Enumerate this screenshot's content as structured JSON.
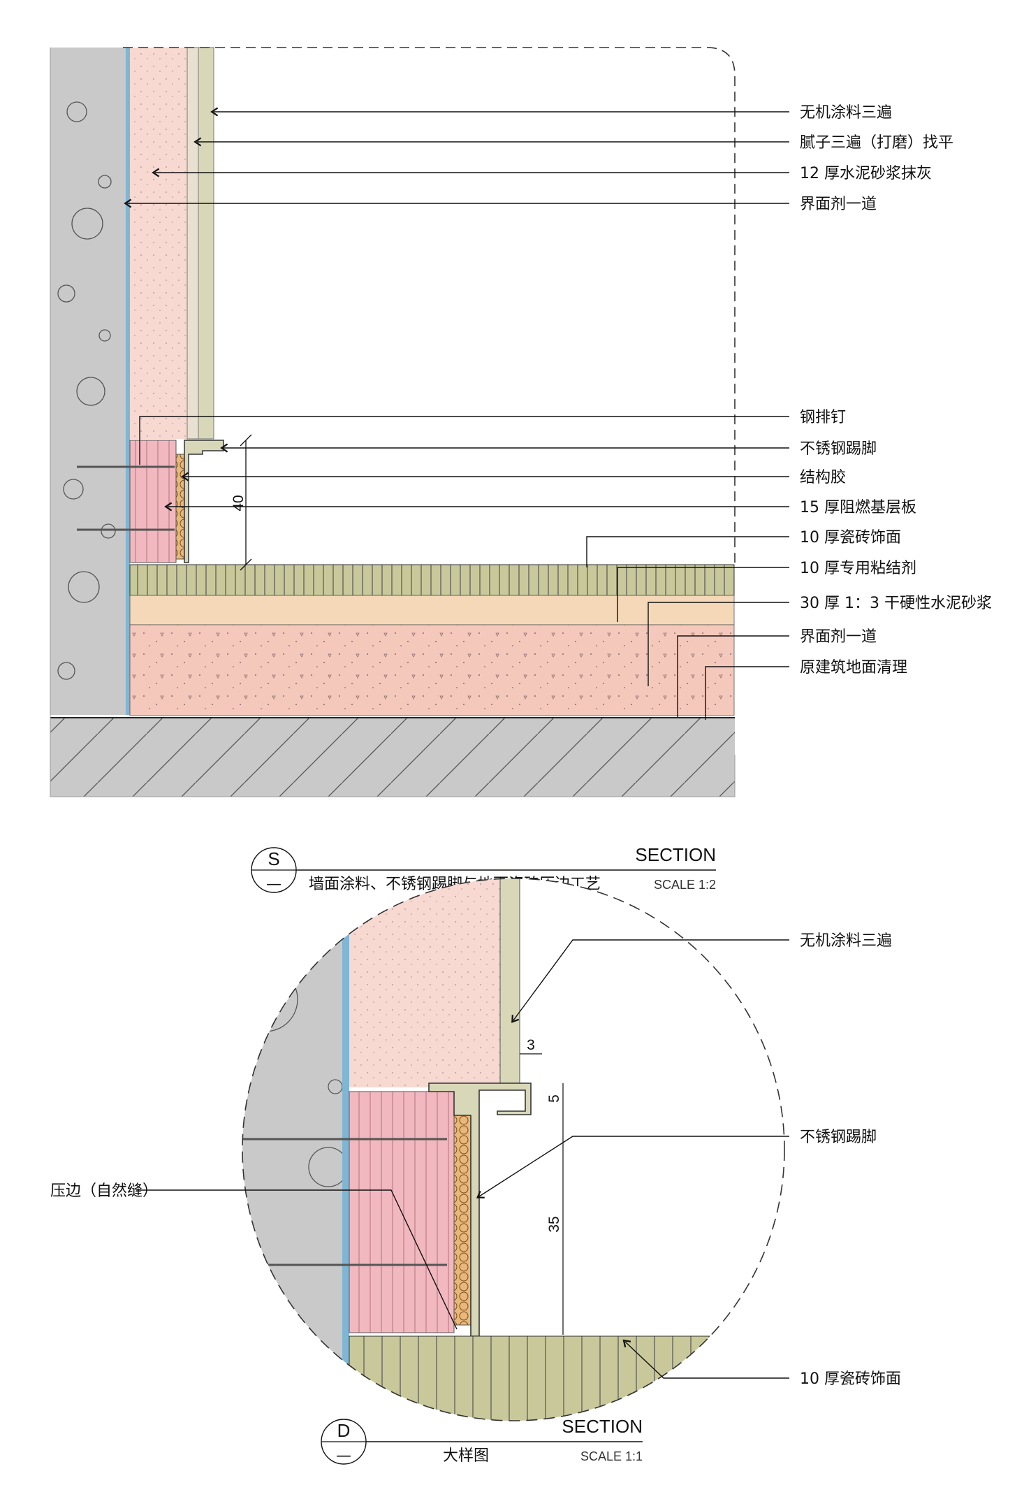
{
  "section_s": {
    "labels": [
      "无机涂料三遍",
      "腻子三遍（打磨）找平",
      "12 厚水泥砂浆抹灰",
      "界面剂一道",
      "钢排钉",
      "不锈钢踢脚",
      "结构胶",
      "15 厚阻燃基层板",
      "10 厚瓷砖饰面",
      "10 厚专用粘结剂",
      "30 厚 1：3 干硬性水泥砂浆",
      "界面剂一道",
      "原建筑地面清理"
    ],
    "dimension": "40",
    "title": {
      "symbol": "S",
      "sub": "—",
      "kind": "SECTION",
      "name": "墙面涂料、不锈钢踢脚与地面瓷砖压边工艺",
      "scale": "SCALE 1:2"
    }
  },
  "section_d": {
    "labels": [
      "无机涂料三遍",
      "不锈钢踢脚",
      "压边（自然缝）",
      "10 厚瓷砖饰面"
    ],
    "dims": [
      "3",
      "5",
      "35"
    ],
    "title": {
      "symbol": "D",
      "sub": "—",
      "kind": "SECTION",
      "name": "大样图",
      "scale": "SCALE 1:1"
    }
  },
  "colors": {
    "concrete": "#c9c9c9",
    "plaster": "#f7d9d2",
    "blue_layer": "#7fb6d4",
    "putty": "#d8d8b8",
    "tile": "#c8c89a",
    "adhesive": "#f4d8b8",
    "screed": "#f5c8bc",
    "board": "#f2b8c0",
    "glue": "#e8b87a"
  }
}
